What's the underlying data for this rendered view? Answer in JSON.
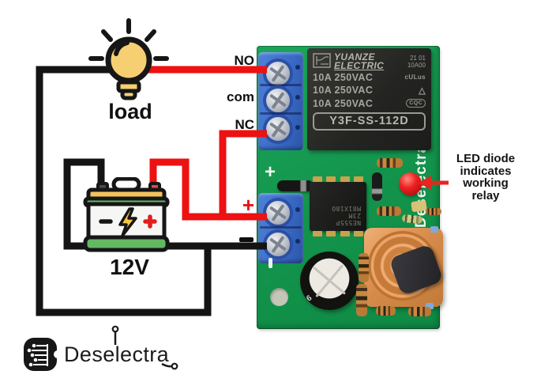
{
  "wiring": {
    "load_label": "load",
    "battery_label": "12V",
    "relay_no": "NO",
    "relay_com": "com",
    "relay_nc": "NC",
    "power_plus": "+",
    "power_minus": "−",
    "colors": {
      "wire_red": "#ed1111",
      "wire_black": "#141414"
    }
  },
  "pcb": {
    "board_color": "#12934b",
    "led_color": "#e01212",
    "relay": {
      "brand_line1": "YUANZE",
      "brand_line2": "ELECTRIC",
      "date_code": "21 01",
      "lot_code": "10A00",
      "ratings": [
        "10A 250VAC",
        "10A 250VAC",
        "10A 250VAC"
      ],
      "cert_marks": [
        "cULus",
        "△",
        "CQC"
      ],
      "model": "Y3F-SS-112D"
    },
    "ic": {
      "line1": "NE555P",
      "line2": "23M",
      "line3": "M81X18O"
    },
    "cap_marking": "6",
    "silkscreen": {
      "plus": "+",
      "brand": "Deselectra"
    }
  },
  "annotation": {
    "line1": "LED diode",
    "line2": "indicates",
    "line3": "working",
    "line4": "relay",
    "arrow_color": "#e8251f"
  },
  "footer_logo": {
    "text": "Deselectra"
  }
}
